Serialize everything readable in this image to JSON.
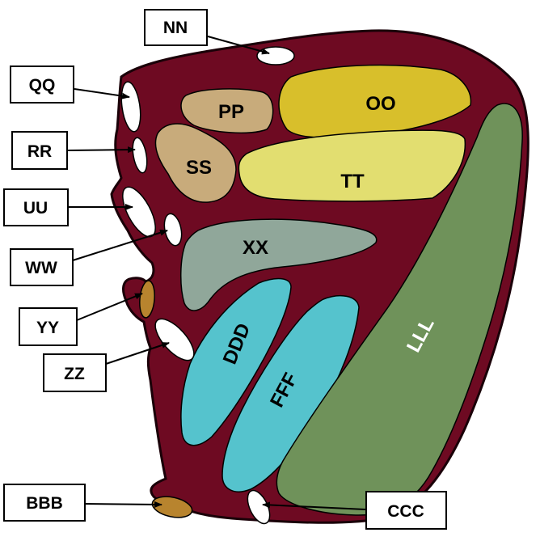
{
  "colors": {
    "body": "#6e0a22",
    "outline": "#1a0008",
    "hole": "#ffffff",
    "PP": "#c8ab7b",
    "SS": "#c8ab7b",
    "OO": "#d8bf2b",
    "TT": "#e2de70",
    "XX": "#90a79a",
    "DDD": "#55c3cd",
    "FFF": "#55c3cd",
    "LLL": "#6f925a",
    "YY": "#b8842e",
    "BBB": "#b8842e"
  },
  "regions": {
    "OO": "OO",
    "PP": "PP",
    "SS": "SS",
    "TT": "TT",
    "XX": "XX",
    "DDD": "DDD",
    "FFF": "FFF",
    "LLL": "LLL"
  },
  "labels": {
    "NN": "NN",
    "QQ": "QQ",
    "RR": "RR",
    "UU": "UU",
    "WW": "WW",
    "YY": "YY",
    "ZZ": "ZZ",
    "BBB": "BBB",
    "CCC": "CCC"
  }
}
